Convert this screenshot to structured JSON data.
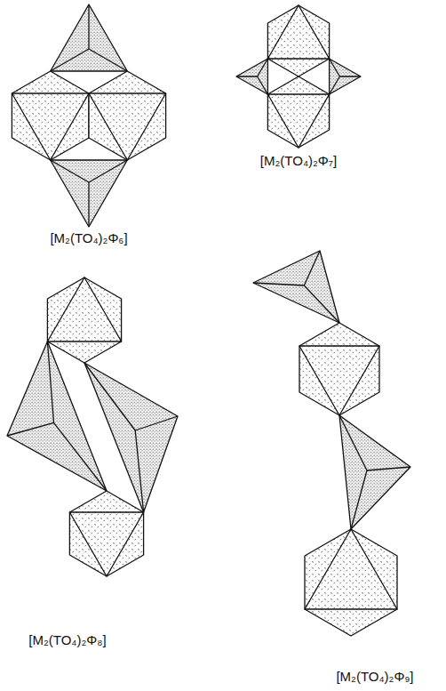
{
  "diagram": {
    "labels": [
      "[M₂(TO₄)₂Φ₆]",
      "[M₂(TO₄)₂Φ₇]",
      "[M₂(TO₄)₂Φ₈]",
      "[M₂(TO₄)₂Φ₉]"
    ]
  }
}
